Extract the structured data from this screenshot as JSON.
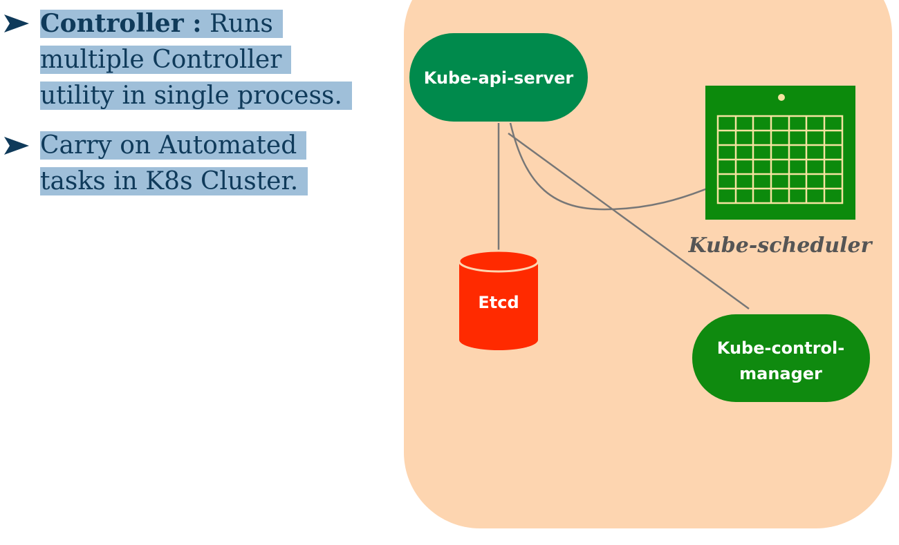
{
  "bullets": [
    {
      "bold_prefix": "Controller :",
      "lines": [
        "Runs",
        "multiple Controller",
        "utility in single process."
      ]
    },
    {
      "bold_prefix": "",
      "lines": [
        "Carry on Automated",
        "tasks in K8s Cluster."
      ]
    }
  ],
  "diagram": {
    "api_server": "Kube-api-server",
    "etcd": "Etcd",
    "scheduler_caption": "Kube-scheduler",
    "controller_manager_line1": "Kube-control-",
    "controller_manager_line2": "manager"
  },
  "colors": {
    "highlight": "#9fbfd9",
    "text": "#0f3a5a",
    "panel": "#fdd5b0",
    "api_server_fill": "#008a4c",
    "etcd_fill": "#ff2a00",
    "scheduler_fill": "#0c8a0c",
    "scheduler_grid": "#f5e3a0",
    "controller_fill": "#0f8a0f",
    "connector": "#777777"
  },
  "icons": {
    "bullet": "arrowhead-icon",
    "scheduler": "calendar-icon"
  }
}
